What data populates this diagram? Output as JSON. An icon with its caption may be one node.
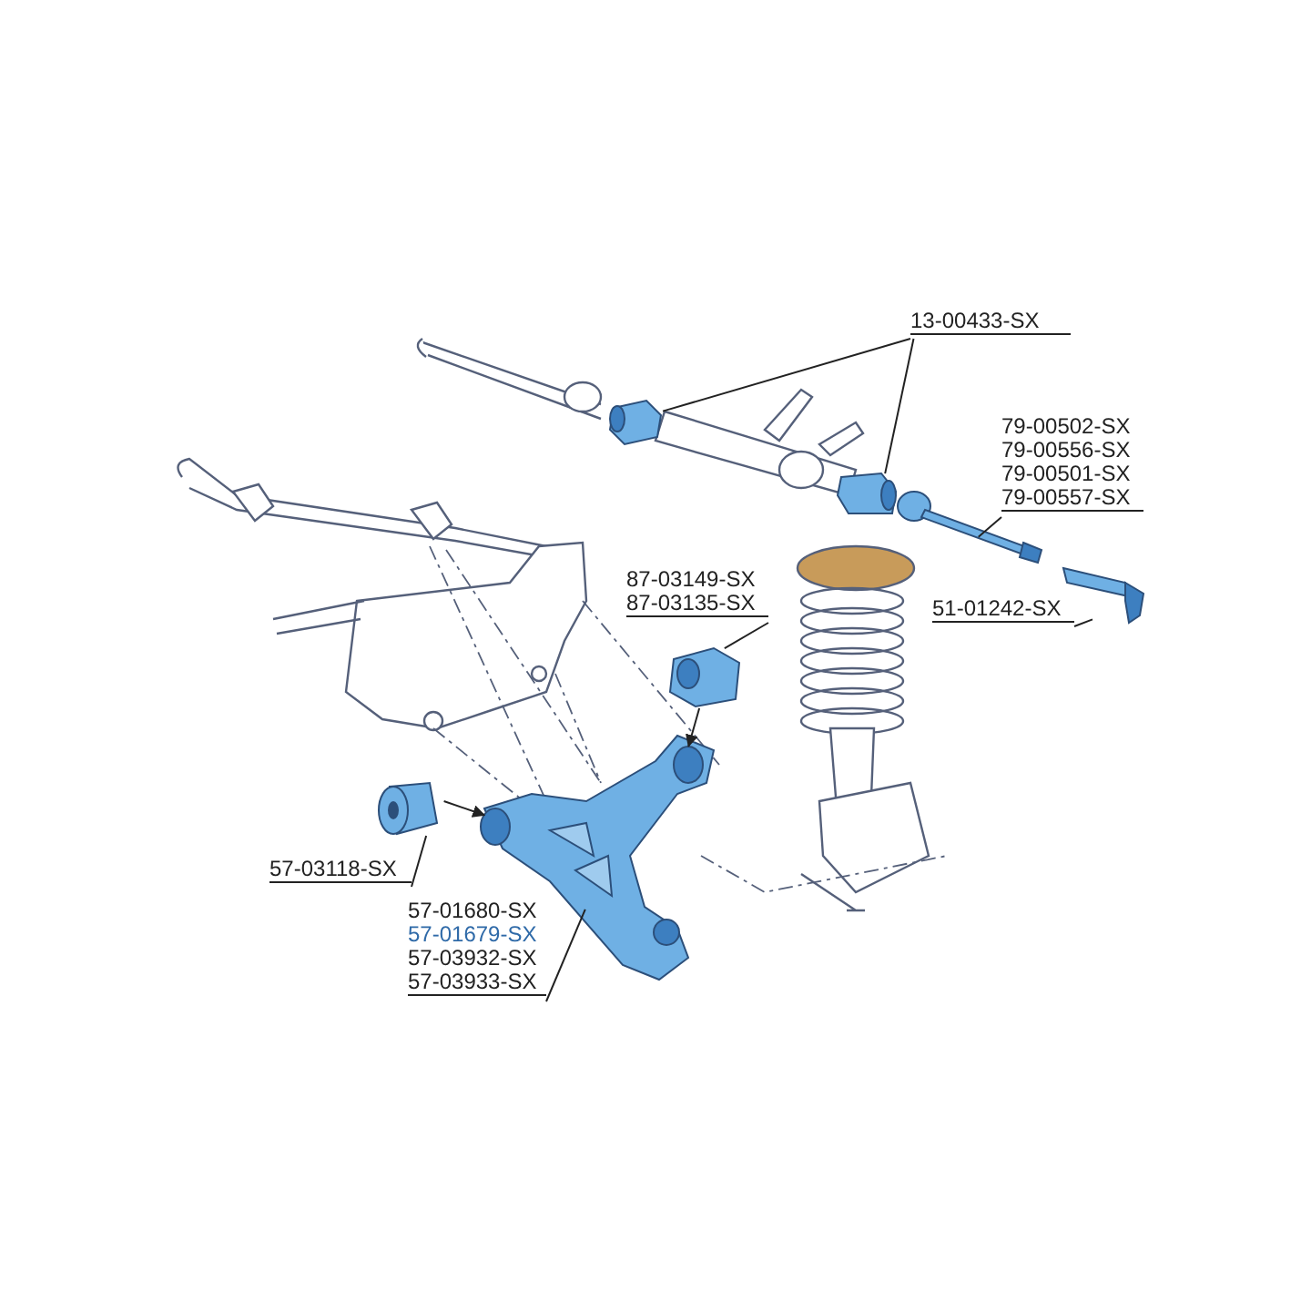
{
  "diagram": {
    "nodes": [
      {
        "text": [
          "13-00433-SX"
        ]
      },
      {
        "text": [],
        "shape": "picture"
      },
      {
        "text": [],
        "shape": "picture"
      },
      {
        "text": [
          "79-00502-SX",
          "79-00556-SX",
          "79-00501-SX",
          "79-00557-SX"
        ]
      },
      {
        "text": [],
        "shape": "picture"
      },
      {
        "text": [
          "51-01242-SX"
        ]
      },
      {
        "text": [],
        "shape": "picture"
      },
      {
        "text": [
          "87-03149-SX",
          "87-03135-SX"
        ]
      },
      {
        "text": [],
        "shape": "picture"
      },
      {
        "text": [
          "57-03118-SX"
        ]
      },
      {
        "text": [],
        "shape": "picture"
      },
      {
        "text": [
          "57-01680-SX",
          "57-01679-SX",
          "57-03932-SX",
          "57-03933-SX"
        ]
      },
      {
        "text": [],
        "shape": "picture"
      }
    ],
    "edges": [
      {
        "from": 0,
        "to": 1,
        "arrow": "none"
      },
      {
        "from": 0,
        "to": 2,
        "arrow": "none"
      },
      {
        "from": 3,
        "to": 4,
        "arrow": "none"
      },
      {
        "from": 5,
        "to": 6,
        "arrow": "none"
      },
      {
        "from": 7,
        "to": 8,
        "arrow": "none"
      },
      {
        "from": 9,
        "to": 10,
        "arrow": "none"
      },
      {
        "from": 11,
        "to": 12,
        "arrow": "none"
      },
      {
        "from": 10,
        "to": 12,
        "arrow": "to"
      },
      {
        "from": 8,
        "to": 12,
        "arrow": "to"
      }
    ]
  }
}
